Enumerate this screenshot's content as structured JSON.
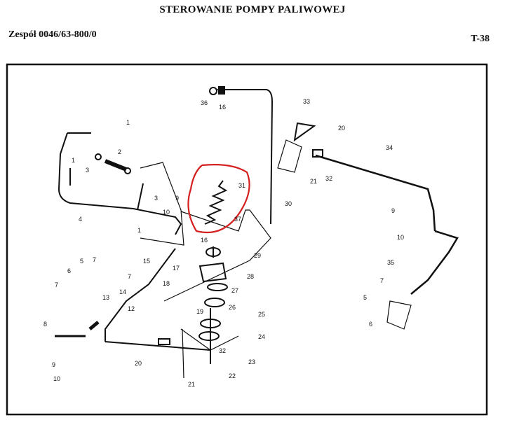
{
  "header": {
    "title": "STEROWANIE POMPY PALIWOWEJ",
    "assembly": "Zespół 0046/63-800/0",
    "sheet": "T-38"
  },
  "annotation": {
    "color": "#d42020",
    "shape": "hand-drawn-circle"
  },
  "callouts": {
    "c36": "36",
    "c16top": "16",
    "c33": "33",
    "c20r": "20",
    "c34": "34",
    "c1a": "1",
    "c2": "2",
    "c3a": "3",
    "c1b": "1",
    "c4": "4",
    "c3b": "3",
    "c9a": "9",
    "c10a": "10",
    "c1c": "1",
    "c31": "31",
    "c30": "30",
    "c37": "37",
    "c16b": "16",
    "c21r": "21",
    "c32r": "32",
    "c9r": "9",
    "c10r": "10",
    "c35": "35",
    "c15": "15",
    "c17": "17",
    "c29": "29",
    "c28": "28",
    "c5l": "5",
    "c6l": "6",
    "c7l": "7",
    "c7m": "7",
    "c7n": "7",
    "c14": "14",
    "c13": "13",
    "c12": "12",
    "c18": "18",
    "c27": "27",
    "c26": "26",
    "c19": "19",
    "c25": "25",
    "c24": "24",
    "c23": "23",
    "c22": "22",
    "c32b": "32",
    "c21b": "21",
    "c20b": "20",
    "c8": "8",
    "c9b": "9",
    "c10b": "10",
    "c5r": "5",
    "c7r": "7",
    "c6r": "6"
  }
}
